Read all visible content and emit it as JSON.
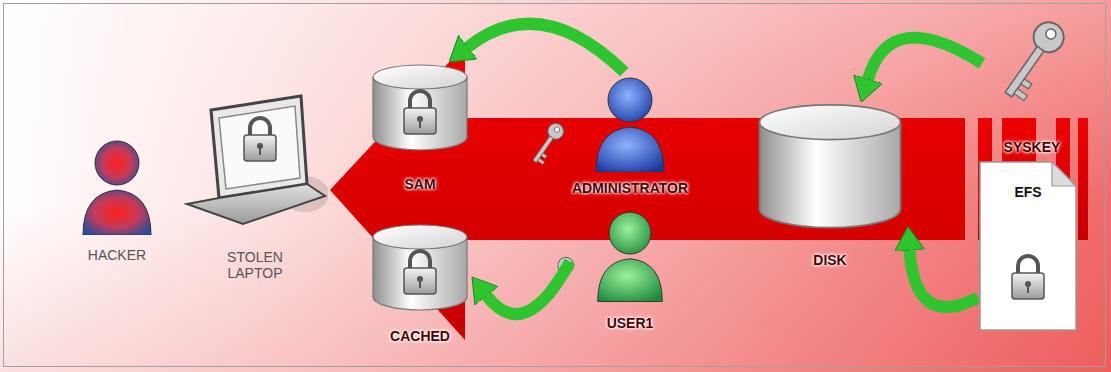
{
  "diagram": {
    "nodes": [
      {
        "text": [
          "HACKER"
        ]
      },
      {
        "text": [
          "STOLEN LAPTOP"
        ]
      },
      {
        "text": [
          "SAM"
        ]
      },
      {
        "text": [
          "CACHED"
        ]
      },
      {
        "text": [
          "ADMINISTRATOR"
        ]
      },
      {
        "text": [
          "USER1"
        ]
      },
      {
        "text": [
          "DISK"
        ]
      },
      {
        "text": [
          "SYSKEY"
        ]
      },
      {
        "text": [
          "EFS"
        ]
      }
    ],
    "edges": [
      {
        "from": 4,
        "to": 2,
        "arrow": "to"
      },
      {
        "from": 5,
        "to": 3,
        "arrow": "to"
      },
      {
        "from": 7,
        "to": 6,
        "arrow": "to"
      },
      {
        "from": 8,
        "to": 6,
        "arrow": "to"
      }
    ]
  }
}
